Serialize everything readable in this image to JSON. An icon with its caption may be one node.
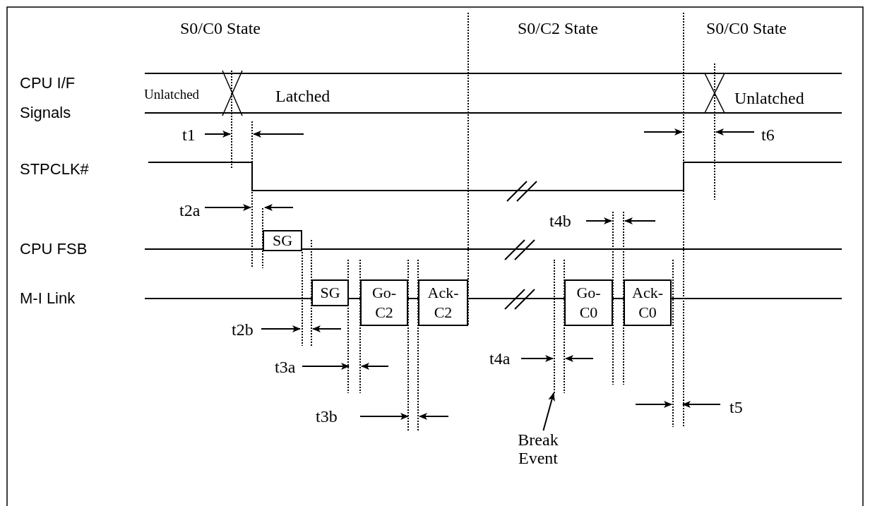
{
  "diagram": {
    "nodes": [
      {
        "text": [
          "SG"
        ]
      },
      {
        "text": [
          "SG"
        ]
      },
      {
        "text": [
          "Go-C2"
        ]
      },
      {
        "text": [
          "Ack-C2"
        ]
      },
      {
        "text": [
          "Go-C0"
        ]
      },
      {
        "text": [
          "Ack-C0"
        ]
      },
      {
        "text": [],
        "shape": "line"
      },
      {
        "text": [
          "Break Event"
        ]
      }
    ],
    "edges": [
      {
        "from": 7,
        "to": 6,
        "arrow": "to"
      }
    ],
    "labels": [
      "S0/C0 State",
      "S0/C2 State",
      "S0/C0 State",
      "CPU I/F Signals",
      "Unlatched",
      "Latched",
      "Unlatched",
      "t1",
      "t6",
      "STPCLK#",
      "t2a",
      "t4b",
      "CPU FSB",
      "M-I Link",
      "t2b",
      "t4a",
      "t3a",
      "t5",
      "t3b"
    ]
  }
}
